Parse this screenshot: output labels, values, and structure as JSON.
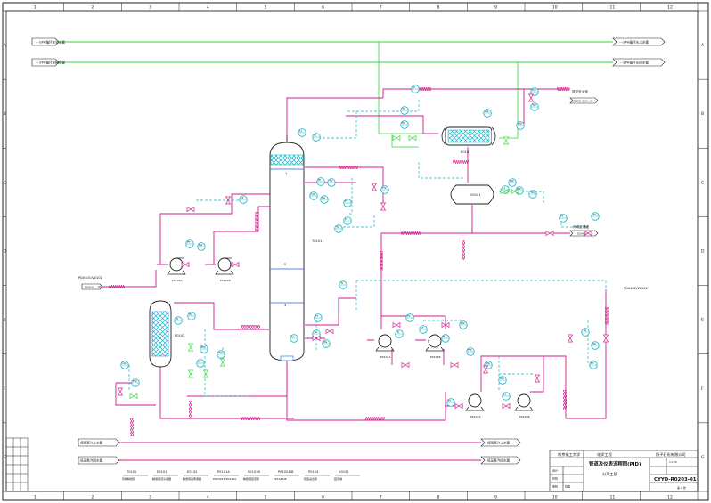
{
  "border": {
    "columns": [
      "1",
      "2",
      "3",
      "4",
      "5",
      "6",
      "7",
      "8",
      "9",
      "10",
      "11",
      "12"
    ],
    "rows": [
      "A",
      "B",
      "C",
      "D",
      "E",
      "F",
      "G"
    ]
  },
  "utilities": {
    "top_left_1": "~-SPH循环水上水管",
    "top_left_2": "~-SPH循环水回水管",
    "top_right_1": "~-SPH循环水上水管",
    "top_right_2": "~-SPH循环水回水管",
    "bottom_left_1": "低压蒸汽上水管",
    "bottom_left_2": "低压蒸汽回水管",
    "bottom_right_1": "低压蒸汽上水管",
    "bottom_right_2": "低压蒸汽回水管"
  },
  "streams": {
    "feed_in_label": "PD0401/V0102",
    "feed_in_tag": "DDH-0",
    "vent_label": "放空至火炬",
    "vent_tag": "CYWD-0001-H",
    "product_label": "丙烯至储罐",
    "product_tag": "DDH-0",
    "right_feed_label": "PD0402/V0102"
  },
  "equipment": {
    "column_tag": "T0101",
    "column_sections": [
      "1",
      "2",
      "3"
    ],
    "condenser_tag": "E0101",
    "drum_tag": "V0101",
    "reboiler_tag": "E0102",
    "pumps": [
      "P0101A",
      "P0101B",
      "P0102A",
      "P0102B",
      "P0103A",
      "P0103B"
    ]
  },
  "equipment_legend": [
    {
      "tag": "T0101",
      "desc": "丙烯精馏塔"
    },
    {
      "tag": "E0101",
      "desc": "精馏塔顶冷凝器"
    },
    {
      "tag": "E0102",
      "desc": "精馏塔底再沸器"
    },
    {
      "tag": "P0101A",
      "desc": "PD0401B/P0101A"
    },
    {
      "tag": "P0101B",
      "desc": "精馏塔回流泵"
    },
    {
      "tag": "P0102A/B",
      "desc": "P0102A/B"
    },
    {
      "tag": "P0103",
      "desc": "塔底采出泵"
    },
    {
      "tag": "V0101",
      "desc": "回流罐"
    }
  ],
  "instrument_tags": [
    "TI",
    "PI",
    "LIC",
    "FIC",
    "TIC",
    "PIC",
    "LI",
    "FI",
    "TG",
    "PG",
    "FT",
    "LT"
  ],
  "title_block": {
    "school": "南京化工大学",
    "department": "化学工程",
    "company": "扬子石化有限公司",
    "drawing_title": "管道及仪表流程图(PID)",
    "section": "分离工段",
    "drawing_no": "CYYD-R0203-01",
    "scale": "1:100",
    "sheet": "第 1 张",
    "rows": [
      "设计",
      "校核",
      "审核",
      "批准"
    ]
  }
}
